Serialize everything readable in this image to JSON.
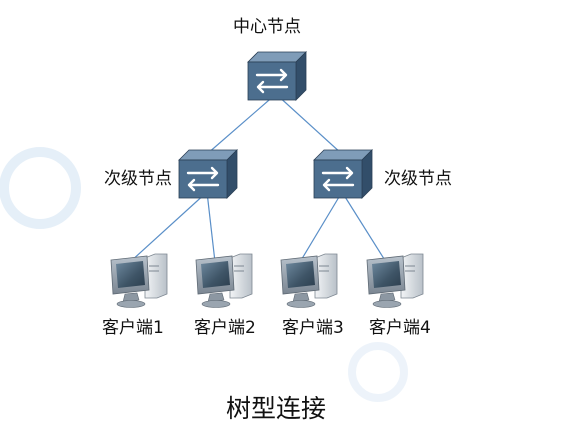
{
  "diagram": {
    "caption": "树型连接",
    "nodes": {
      "center": {
        "label": "中心节点"
      },
      "secondary_left": {
        "label": "次级节点"
      },
      "secondary_right": {
        "label": "次级节点"
      },
      "client_1": {
        "label": "客户端1"
      },
      "client_2": {
        "label": "客户端2"
      },
      "client_3": {
        "label": "客户端3"
      },
      "client_4": {
        "label": "客户端4"
      }
    },
    "edges": [
      [
        "center",
        "secondary_left"
      ],
      [
        "center",
        "secondary_right"
      ],
      [
        "secondary_left",
        "client_1"
      ],
      [
        "secondary_left",
        "client_2"
      ],
      [
        "secondary_right",
        "client_3"
      ],
      [
        "secondary_right",
        "client_4"
      ]
    ],
    "colors": {
      "switch_face": "#4c6e8e",
      "switch_top": "#7f9cb8",
      "switch_side": "#324e6a",
      "link_line": "#5a8fc8",
      "monitor_body": "#8a95a0",
      "monitor_screen": "#3e5466",
      "watermark": "#b9d6f0"
    }
  }
}
